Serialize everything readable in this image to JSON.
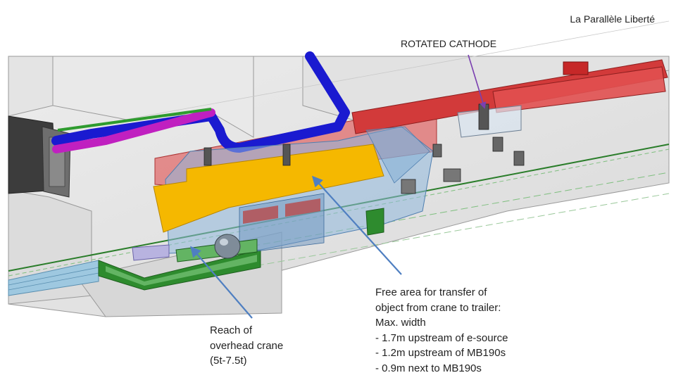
{
  "header": {
    "title": "La Parallèle Liberté"
  },
  "callouts": {
    "rotated_cathode": "ROTATED CATHODE",
    "crane_reach": {
      "lines": [
        "Reach of",
        "overhead crane",
        "(5t-7.5t)"
      ]
    },
    "transfer_area": {
      "lines": [
        "Free area for transfer of",
        "object from crane to trailer:",
        "Max. width",
        "- 1.7m upstream of e-source",
        "- 1.2m upstream of MB190s",
        "- 0.9m next to MB190s"
      ]
    }
  },
  "colors": {
    "arrow_blue": "#4f7fc1",
    "arrow_purple": "#7a3fb0",
    "crane_zone": "#f5b800",
    "transfer_zone": "#8fb8dc",
    "red_magnets": "#d23a3a",
    "blue_pipe": "#1a1ad0",
    "magenta_pipe": "#c020c0",
    "green_rail": "#2e8b2e"
  },
  "icons": [
    "arrow-icon"
  ]
}
